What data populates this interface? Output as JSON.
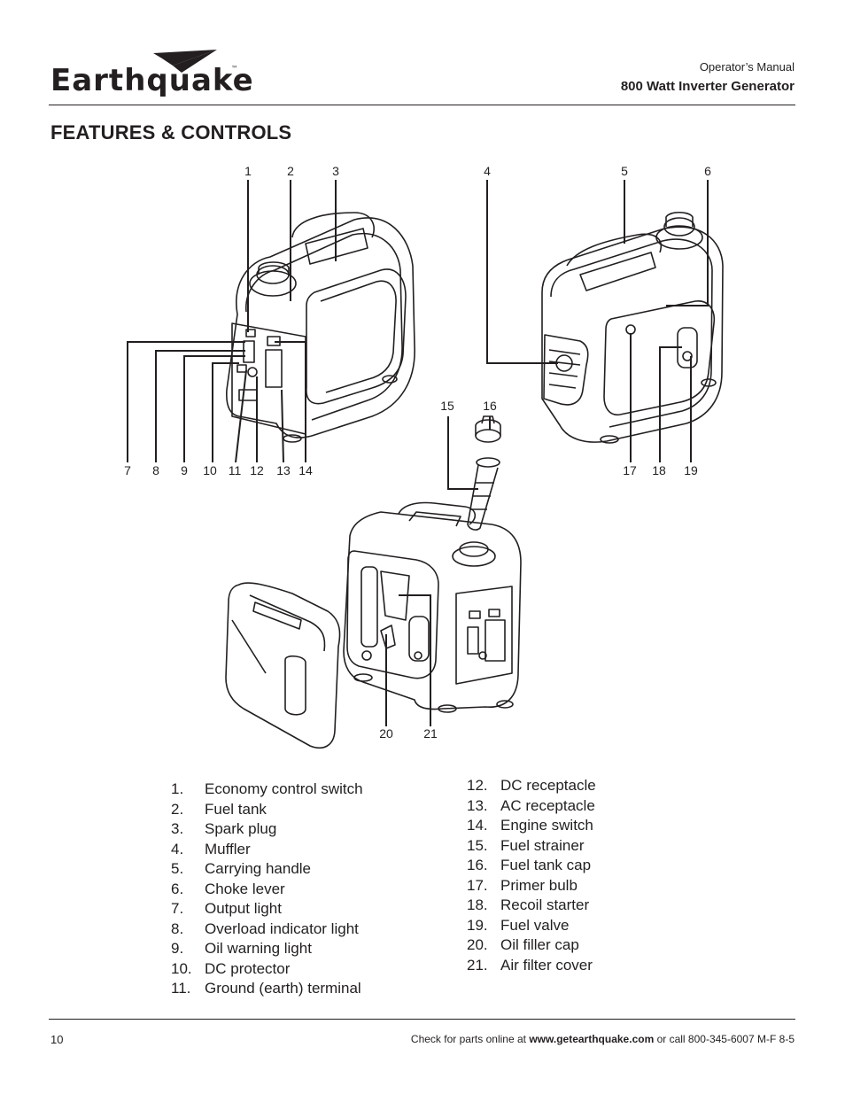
{
  "header": {
    "brand": "Earthquake",
    "trademark": "™",
    "manual_label": "Operator’s Manual",
    "model_title": "800 Watt Inverter Generator"
  },
  "section_title": "FEATURES & CONTROLS",
  "callout_numbers": [
    "1",
    "2",
    "3",
    "4",
    "5",
    "6",
    "7",
    "8",
    "9",
    "10",
    "11",
    "12",
    "13",
    "14",
    "15",
    "16",
    "17",
    "18",
    "19",
    "20",
    "21"
  ],
  "parts_list": [
    {
      "num": "1.",
      "label": "Economy control switch"
    },
    {
      "num": "2.",
      "label": "Fuel tank"
    },
    {
      "num": "3.",
      "label": "Spark plug"
    },
    {
      "num": "4.",
      "label": "Muffler"
    },
    {
      "num": "5.",
      "label": "Carrying handle"
    },
    {
      "num": "6.",
      "label": "Choke lever"
    },
    {
      "num": "7.",
      "label": "Output light"
    },
    {
      "num": "8.",
      "label": "Overload indicator light"
    },
    {
      "num": "9.",
      "label": "Oil warning light"
    },
    {
      "num": "10.",
      "label": "DC protector"
    },
    {
      "num": "11.",
      "label": "Ground (earth) terminal"
    },
    {
      "num": "12.",
      "label": "DC receptacle"
    },
    {
      "num": "13.",
      "label": "AC receptacle"
    },
    {
      "num": "14.",
      "label": "Engine switch"
    },
    {
      "num": "15.",
      "label": "Fuel strainer"
    },
    {
      "num": "16.",
      "label": "Fuel tank cap"
    },
    {
      "num": "17.",
      "label": "Primer bulb"
    },
    {
      "num": "18.",
      "label": "Recoil starter"
    },
    {
      "num": "19.",
      "label": "Fuel valve"
    },
    {
      "num": "20.",
      "label": "Oil filler cap"
    },
    {
      "num": "21.",
      "label": "Air filter cover"
    }
  ],
  "footer": {
    "page_number": "10",
    "check_text": "Check for parts online at ",
    "website": "www.getearthquake.com",
    "call_text": " or call 800-345-6007 M-F 8-5"
  }
}
